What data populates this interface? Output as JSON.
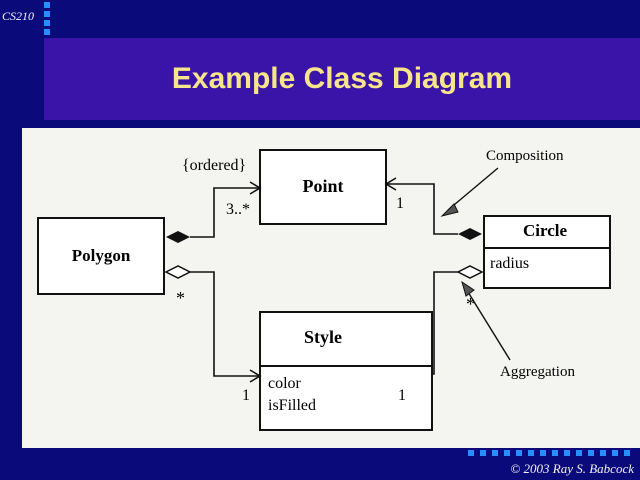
{
  "header": {
    "course": "CS210"
  },
  "slide": {
    "title": "Example Class Diagram"
  },
  "diagram": {
    "classes": {
      "point": {
        "name": "Point"
      },
      "polygon": {
        "name": "Polygon"
      },
      "circle": {
        "name": "Circle",
        "attributes": [
          "radius"
        ]
      },
      "style": {
        "name": "Style",
        "attributes": [
          "color",
          "isFilled"
        ]
      }
    },
    "labels": {
      "ordered": "{ordered}",
      "point_multiplicity": "3..*",
      "polygon_agg_multiplicity": "*",
      "circle_point_multiplicity": "1",
      "circle_style_multiplicity": "*",
      "style_polygon_multiplicity": "1",
      "style_circle_multiplicity": "1"
    },
    "callouts": {
      "composition": "Composition",
      "aggregation": "Aggregation"
    }
  },
  "footer": {
    "copyright": "© 2003  Ray S. Babcock"
  }
}
